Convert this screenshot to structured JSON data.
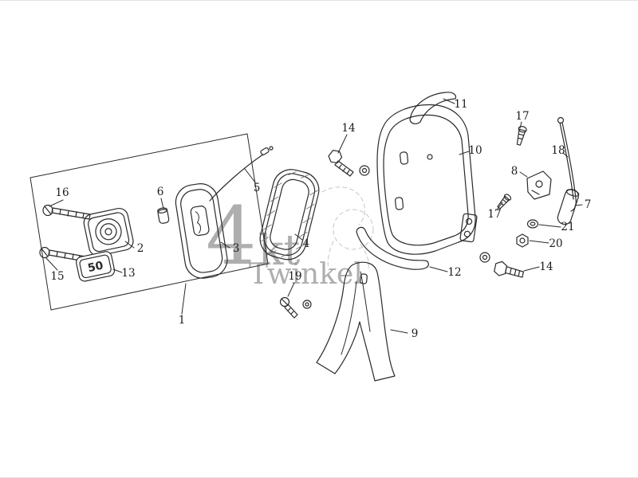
{
  "title": "exploded-parts-diagram",
  "watermark": {
    "big": "4",
    "mid": "kt",
    "sub": "Twinkel"
  },
  "badge": {
    "text": "50"
  },
  "labels": [
    {
      "text": "16"
    },
    {
      "text": "15"
    },
    {
      "text": "2"
    },
    {
      "text": "13"
    },
    {
      "text": "6"
    },
    {
      "text": "3"
    },
    {
      "text": "5"
    },
    {
      "text": "4"
    },
    {
      "text": "14"
    },
    {
      "text": "19"
    },
    {
      "text": "1"
    },
    {
      "text": "11"
    },
    {
      "text": "10"
    },
    {
      "text": "17"
    },
    {
      "text": "18"
    },
    {
      "text": "8"
    },
    {
      "text": "17"
    },
    {
      "text": "7"
    },
    {
      "text": "21"
    },
    {
      "text": "20"
    },
    {
      "text": "14"
    },
    {
      "text": "12"
    },
    {
      "text": "9"
    }
  ],
  "colors": {
    "line": "#2a2a2a",
    "ghost": "#c6c6c6",
    "watermark": "#9a9a9a",
    "background": "#ffffff"
  }
}
